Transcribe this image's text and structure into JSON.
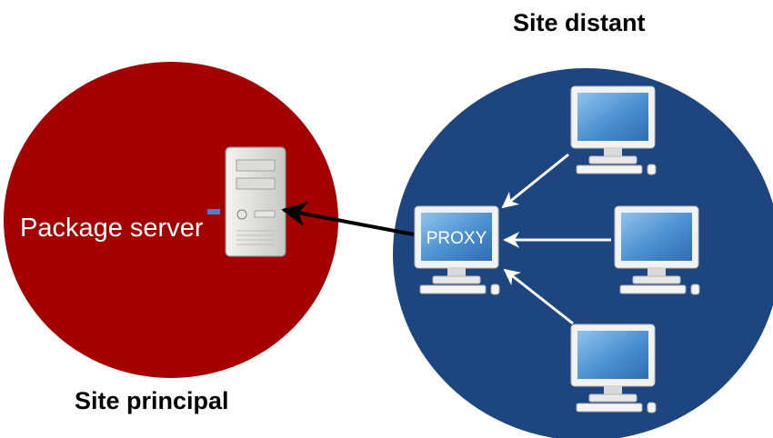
{
  "sites": {
    "remote": {
      "title": "Site distant",
      "color": "#1d4580"
    },
    "main": {
      "title": "Site principal",
      "color": "#a50000"
    }
  },
  "nodes": {
    "server": {
      "label": "Package server",
      "icon": "server-tower-icon"
    },
    "proxy": {
      "label": "PROXY",
      "icon": "monitor-icon"
    },
    "clients": [
      "monitor-icon",
      "monitor-icon",
      "monitor-icon"
    ]
  },
  "arrows": {
    "color": "#ffffff",
    "to_server_color": "#000000"
  }
}
